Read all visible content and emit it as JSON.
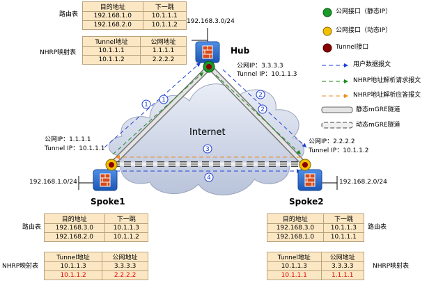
{
  "hub": {
    "name": "Hub",
    "lan_subnet": "192.168.3.0/24",
    "public_ip": "公网IP：3.3.3.3",
    "tunnel_ip": "Tunnel IP：10.1.1.3",
    "routing_table_title": "路由表",
    "routing_table": {
      "headers": [
        "目的地址",
        "下一跳"
      ],
      "rows": [
        [
          "192.168.1.0",
          "10.1.1.1"
        ],
        [
          "192.168.2.0",
          "10.1.1.2"
        ]
      ]
    },
    "nhrp_table_title": "NHRP映射表",
    "nhrp_table": {
      "headers": [
        "Tunnel地址",
        "公网地址"
      ],
      "rows": [
        [
          "10.1.1.1",
          "1.1.1.1"
        ],
        [
          "10.1.1.2",
          "2.2.2.2"
        ]
      ]
    }
  },
  "spoke1": {
    "name": "Spoke1",
    "lan_subnet": "192.168.1.0/24",
    "public_ip": "公网IP：1.1.1.1",
    "tunnel_ip": "Tunnel IP：10.1.1.1",
    "routing_table_title": "路由表",
    "routing_table": {
      "headers": [
        "目的地址",
        "下一跳"
      ],
      "rows": [
        [
          "192.168.3.0",
          "10.1.1.3"
        ],
        [
          "192.168.2.0",
          "10.1.1.2"
        ]
      ]
    },
    "nhrp_table_title": "NHRP映射表",
    "nhrp_table": {
      "headers": [
        "Tunnel地址",
        "公网地址"
      ],
      "rows": [
        [
          "10.1.1.3",
          "3.3.3.3"
        ],
        [
          "10.1.1.2",
          "2.2.2.2"
        ]
      ],
      "highlight_row": 1
    }
  },
  "spoke2": {
    "name": "Spoke2",
    "lan_subnet": "192.168.2.0/24",
    "public_ip": "公网IP：2.2.2.2",
    "tunnel_ip": "Tunnel IP：10.1.1.2",
    "routing_table_title": "路由表",
    "routing_table": {
      "headers": [
        "目的地址",
        "下一跳"
      ],
      "rows": [
        [
          "192.168.3.0",
          "10.1.1.3"
        ],
        [
          "192.168.1.0",
          "10.1.1.1"
        ]
      ]
    },
    "nhrp_table_title": "NHRP映射表",
    "nhrp_table": {
      "headers": [
        "Tunnel地址",
        "公网地址"
      ],
      "rows": [
        [
          "10.1.1.3",
          "3.3.3.3"
        ],
        [
          "10.1.1.1",
          "1.1.1.1"
        ]
      ],
      "highlight_row": 1
    }
  },
  "cloud_label": "Internet",
  "steps": [
    "1",
    "2",
    "3",
    "4"
  ],
  "legend": [
    {
      "label": "公网接口（静态IP）",
      "icon": "green-dot-icon",
      "color": "#1a9a2a"
    },
    {
      "label": "公网接口（动态IP）",
      "icon": "yellow-dot-icon",
      "color": "#f2c000"
    },
    {
      "label": "Tunnel接口",
      "icon": "dark-red-dot-icon",
      "color": "#8a0000"
    },
    {
      "label": "用户数据报文",
      "icon": "blue-dashed-arrow-icon",
      "color": "#1f3fd6"
    },
    {
      "label": "NHRP地址解析请求报文",
      "icon": "green-dashed-arrow-icon",
      "color": "#1a8a1a"
    },
    {
      "label": "NHRP地址解析应答报文",
      "icon": "orange-dashed-arrow-icon",
      "color": "#f08a20"
    },
    {
      "label": "静态mGRE隧道",
      "icon": "gray-solid-tunnel-icon",
      "color": "#b8b8b8"
    },
    {
      "label": "动态mGRE隧道",
      "icon": "gray-dashed-tunnel-icon",
      "color": "#c8c8c8"
    }
  ],
  "colors": {
    "table_fill": "#fbe7c3",
    "highlight_text": "#e00000",
    "router_blue": "#2a6fd0",
    "cloud": "#cfd6e6"
  }
}
